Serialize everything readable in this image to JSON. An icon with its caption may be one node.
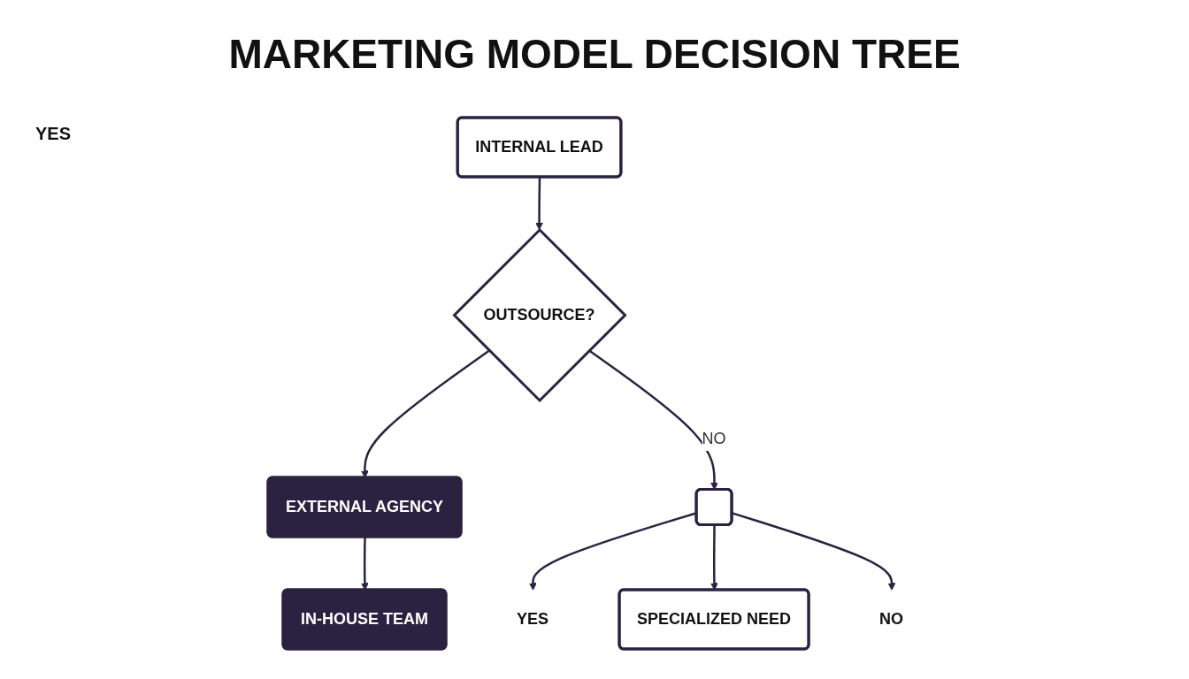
{
  "diagram": {
    "title": "MARKETING MODEL DECISION TREE",
    "nodes": [
      {
        "text": [
          "INTERNAL LEAD"
        ]
      },
      {
        "text": [
          "OUTSOURCE?"
        ]
      },
      {
        "text": [
          "EXTERNAL AGENCY"
        ]
      },
      {
        "text": [
          "IN-HOUSE TEAM"
        ]
      },
      {
        "text": [],
        "shape": "box"
      },
      {
        "text": [
          "YES"
        ]
      },
      {
        "text": [
          "NO"
        ]
      },
      {
        "text": [
          "SPECIALIZED NEED"
        ]
      }
    ],
    "edges": [
      {
        "from": 0,
        "to": 1,
        "arrow": "to"
      },
      {
        "from": 1,
        "to": 2,
        "arrow": "to"
      },
      {
        "from": 1,
        "to": 4,
        "arrow": "to",
        "label": "NO"
      },
      {
        "from": 2,
        "to": 3,
        "arrow": "to"
      },
      {
        "from": 4,
        "to": 5,
        "arrow": "to"
      },
      {
        "from": 4,
        "to": 7,
        "arrow": "to"
      },
      {
        "from": 4,
        "to": 6,
        "arrow": "to"
      }
    ],
    "labels": [
      "YES"
    ]
  }
}
